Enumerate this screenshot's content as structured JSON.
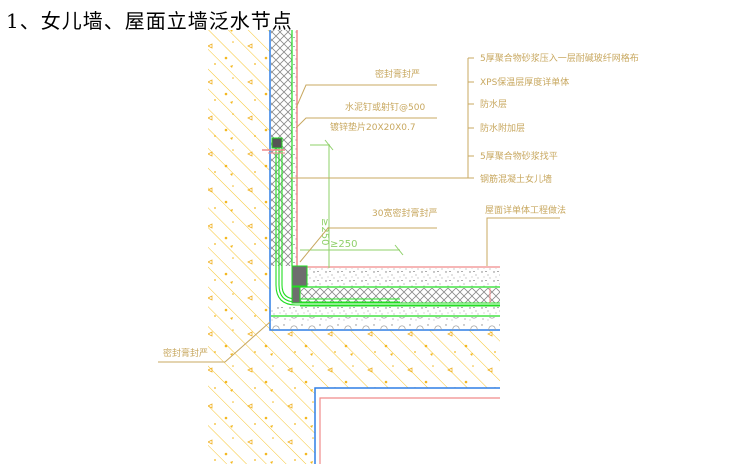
{
  "title": "1、女儿墙、屋面立墙泛水节点",
  "colors": {
    "concrete_hatch": "#f7c530",
    "wall_face": "#2f7fe6",
    "waterproof": "#22dd22",
    "insulation_hatch": "#7a7a7a",
    "finish_line": "#f08a8a",
    "leader": "#c8a860",
    "dimension": "#8fd06a",
    "sealant_block": "#6e6e6e"
  },
  "labels_right": [
    "5厚聚合物砂浆压入一层耐碱玻纤网格布",
    "XPS保温层厚度详单体",
    "防水层",
    "防水附加层",
    "5厚聚合物砂浆找平",
    "钢筋混凝土女儿墙"
  ],
  "labels_middle": {
    "sealant_top": "密封膏封严",
    "nail": "水泥钉或射钉@500",
    "washer": "镀锌垫片20X20X0.7",
    "sealant_30": "30宽密封膏封严",
    "roof_practice": "屋面详单体工程做法",
    "sealant_left": "密封膏封严"
  },
  "dimensions": {
    "vertical": "≥250",
    "horizontal": "≥250"
  }
}
